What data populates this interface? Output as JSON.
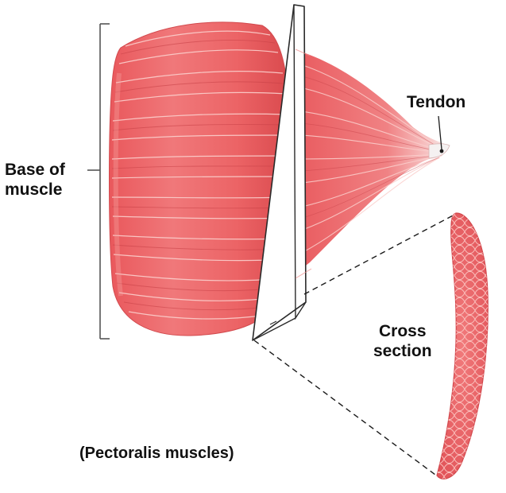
{
  "labels": {
    "base_line1": "Base of",
    "base_line2": "muscle",
    "tendon": "Tendon",
    "cross_line1": "Cross",
    "cross_line2": "section",
    "caption": "(Pectoralis muscles)"
  },
  "colors": {
    "muscle": "#ec6466",
    "muscle_highlight": "#f7a7a4",
    "muscle_shadow": "#cf4549",
    "fiber_line": "#fbd0cd",
    "tendon": "#f5f1f1",
    "plane": "#ffffff",
    "outline": "#2a2a2a"
  }
}
